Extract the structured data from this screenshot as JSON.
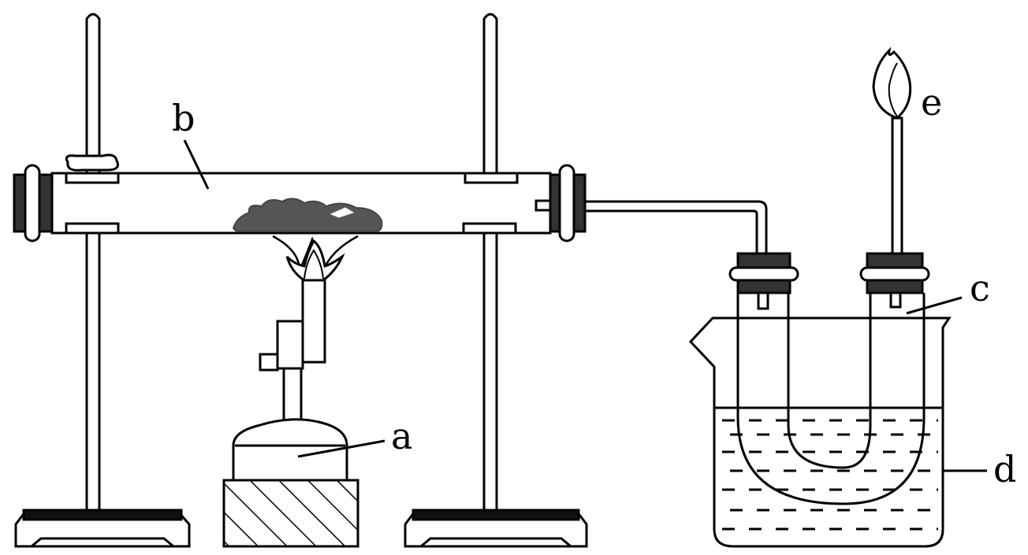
{
  "labels": {
    "a": "a",
    "b": "b",
    "c": "c",
    "d": "d",
    "e": "e"
  },
  "colors": {
    "stroke": "#000000",
    "dark_fill": "#333333",
    "solid_gray": "#555555",
    "background": "#ffffff"
  }
}
